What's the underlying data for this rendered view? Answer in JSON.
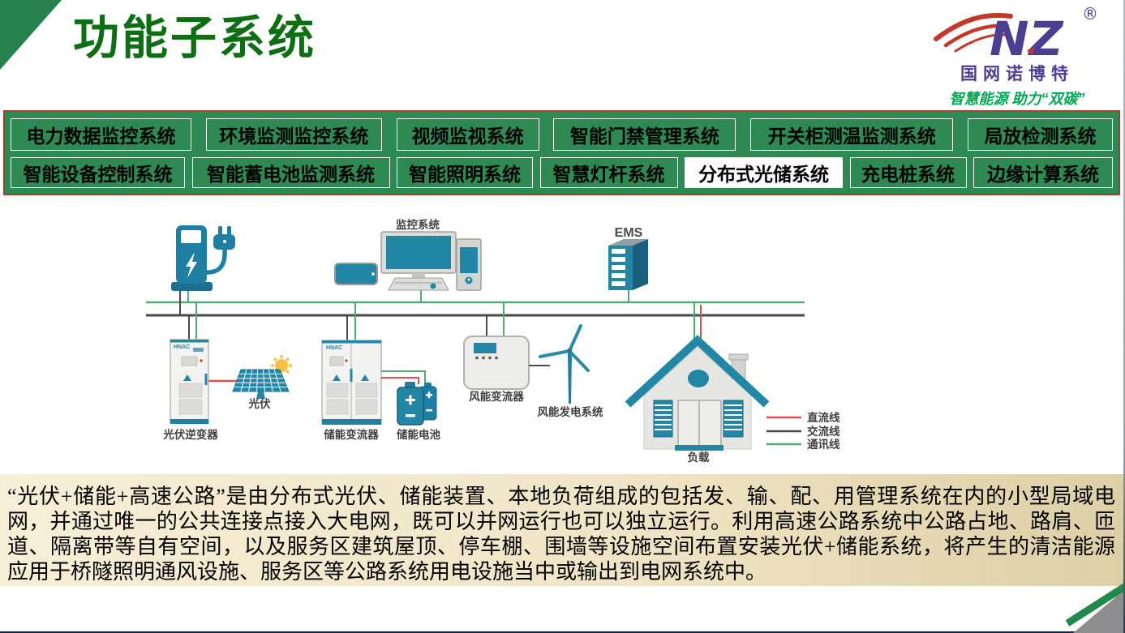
{
  "title": "功能子系统",
  "logo": {
    "mark": "NZ",
    "reg": "®",
    "company": "国网诺博特",
    "slogan": "智慧能源 助力“双碳”"
  },
  "menu": {
    "row1": [
      "电力数据监控系统",
      "环境监测监控系统",
      "视频监视系统",
      "智能门禁管理系统",
      "开关柜测温监测系统",
      "局放检测系统"
    ],
    "row2": [
      "智能设备控制系统",
      "智能蓄电池监测系统",
      "智能照明系统",
      "智慧灯杆系统",
      "分布式光储系统",
      "充电桩系统",
      "边缘计算系统"
    ],
    "active_item": "分布式光储系统"
  },
  "diagram": {
    "labels": {
      "monitor": "监控系统",
      "ems": "EMS",
      "pv_inverter": "光伏逆变器",
      "pv": "光伏",
      "storage_converter": "储能变流器",
      "storage_battery": "储能电池",
      "wind_converter": "风能变流器",
      "wind_system": "风能发电系统",
      "load": "负载"
    },
    "legend": [
      {
        "label": "直流线",
        "color": "#d9534f"
      },
      {
        "label": "交流线",
        "color": "#4a4a48"
      },
      {
        "label": "通讯线",
        "color": "#52ab72"
      }
    ]
  },
  "paragraph": "“光伏+储能+高速公路”是由分布式光伏、储能装置、本地负荷组成的包括发、输、配、用管理系统在内的小型局域电网，并通过唯一的公共连接点接入大电网，既可以并网运行也可以独立运行。利用高速公路系统中公路占地、路肩、匝道、隔离带等自有空间，以及服务区建筑屋顶、停车棚、围墙等设施空间布置安装光伏+储能系统，将产生的清洁能源应用于桥隧照明通风设施、服务区等公路系统用电设施当中或输出到电网系统中。",
  "colors": {
    "menu_green": "#2e8a52",
    "menu_border": "#a93c2e",
    "title_green": "#0e6e14",
    "device_teal": "#1f7fa3",
    "caption_beige": "#f0e5c6",
    "logo_purple": "#4b3f94",
    "logo_red": "#c0392b",
    "slogan_green": "#00a651"
  }
}
